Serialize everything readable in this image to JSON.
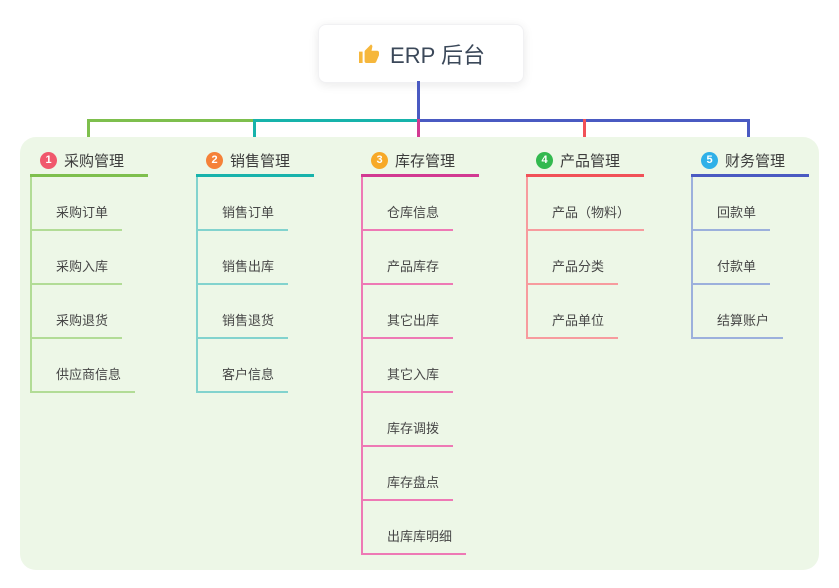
{
  "root": {
    "label": "ERP 后台",
    "icon": "thumbs-up",
    "icon_color": "#f6b73c"
  },
  "colors": {
    "page_bg": "#ffffff",
    "panel_bg": "#edf7e7",
    "root_text": "#3b4859",
    "trunk": "#4a5ac2"
  },
  "branches": [
    {
      "num": "1",
      "label": "采购管理",
      "color": "#7ebf4d",
      "light_color": "#b2dc96",
      "badge_color": "#f0586c",
      "children": [
        "采购订单",
        "采购入库",
        "采购退货",
        "供应商信息"
      ]
    },
    {
      "num": "2",
      "label": "销售管理",
      "color": "#17b3ab",
      "light_color": "#82d3ce",
      "badge_color": "#f58138",
      "children": [
        "销售订单",
        "销售出库",
        "销售退货",
        "客户信息"
      ]
    },
    {
      "num": "3",
      "label": "库存管理",
      "color": "#d23a92",
      "light_color": "#ee79b5",
      "badge_color": "#f7a928",
      "children": [
        "仓库信息",
        "产品库存",
        "其它出库",
        "其它入库",
        "库存调拨",
        "库存盘点",
        "出库库明细"
      ]
    },
    {
      "num": "4",
      "label": "产品管理",
      "color": "#f15158",
      "light_color": "#f79b9e",
      "badge_color": "#33b94f",
      "children": [
        "产品（物料）",
        "产品分类",
        "产品单位"
      ]
    },
    {
      "num": "5",
      "label": "财务管理",
      "color": "#4a5ac2",
      "light_color": "#9cb0dc",
      "badge_color": "#2fb0e8",
      "children": [
        "回款单",
        "付款单",
        "结算账户"
      ]
    }
  ]
}
